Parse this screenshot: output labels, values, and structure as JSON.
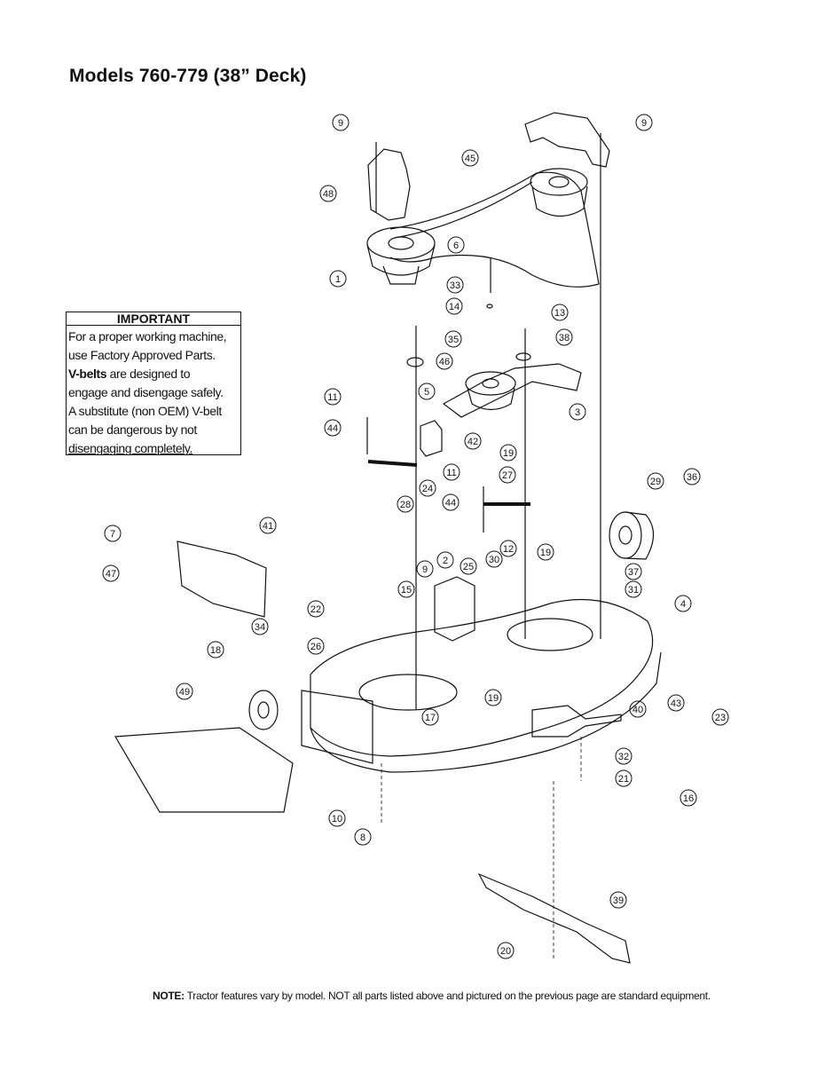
{
  "title": "Models 760-779 (38” Deck)",
  "important": {
    "heading": "IMPORTANT",
    "line1": "For a proper working machine,",
    "line2": "use Factory Approved Parts.",
    "line3_bold": "V-belts",
    "line3_rest": " are designed to",
    "line4": "engage and disengage safely.",
    "line5": "A substitute (non OEM) V-belt",
    "line6": "can be dangerous by not",
    "line7": "disengaging completely."
  },
  "note": {
    "label": "NOTE:",
    "text": " Tractor features vary by model. NOT all parts listed above and pictured on the previous page are standard equipment."
  },
  "callouts": [
    "1",
    "2",
    "3",
    "4",
    "5",
    "6",
    "7",
    "8",
    "9",
    "10",
    "11",
    "12",
    "13",
    "14",
    "15",
    "16",
    "17",
    "18",
    "19",
    "20",
    "21",
    "22",
    "23",
    "24",
    "25",
    "26",
    "27",
    "28",
    "29",
    "30",
    "31",
    "32",
    "33",
    "34",
    "35",
    "36",
    "37",
    "38",
    "39",
    "40",
    "41",
    "42",
    "43",
    "44",
    "45",
    "46",
    "47",
    "48",
    "49"
  ]
}
